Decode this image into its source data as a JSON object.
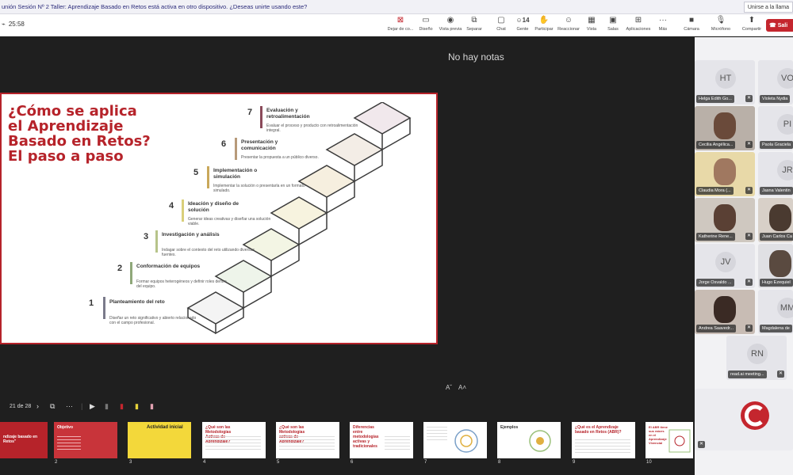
{
  "notification": {
    "text": "unión Sesión Nº 2 Taller: Aprendizaje Basado en Retos está activa en otro dispositivo. ¿Deseas unirte usando este?",
    "button": "Unirse a la llama"
  },
  "toolbar": {
    "timer": "25:58",
    "items": [
      {
        "label": "Dejar de co...",
        "icon": "stop-share-icon"
      },
      {
        "label": "Diseño",
        "icon": "layout-icon"
      },
      {
        "label": "Vista previa",
        "icon": "preview-icon"
      },
      {
        "label": "Separar",
        "icon": "detach-icon"
      },
      {
        "label": "Chat",
        "icon": "chat-icon"
      },
      {
        "label": "Gente",
        "icon": "people-icon",
        "count": "14"
      },
      {
        "label": "Participar",
        "icon": "raise-hand-icon"
      },
      {
        "label": "Reaccionar",
        "icon": "react-icon"
      },
      {
        "label": "Vista",
        "icon": "view-icon"
      },
      {
        "label": "Salas",
        "icon": "rooms-icon"
      },
      {
        "label": "Aplicaciones",
        "icon": "apps-icon"
      },
      {
        "label": "Más",
        "icon": "more-icon"
      },
      {
        "label": "Cámara",
        "icon": "camera-icon"
      },
      {
        "label": "Micrófono",
        "icon": "mic-icon"
      },
      {
        "label": "Compartir",
        "icon": "share-icon"
      }
    ],
    "leave": "Sali"
  },
  "stage": {
    "no_notes": "No hay notas",
    "font_controls": [
      "A˘",
      "A˄"
    ]
  },
  "slide": {
    "title": "¿Cómo se aplica el Aprendizaje Basado en Retos? El paso a paso",
    "steps": [
      {
        "n": "1",
        "title": "Planteamiento del reto",
        "desc": "Diseñar un reto significativo y abierto relacionado con el campo profesional.",
        "color": "#7a7a8a"
      },
      {
        "n": "2",
        "title": "Conformación de equipos",
        "desc": "Formar equipos heterogéneos y definir roles dentro del equipo.",
        "color": "#8fa87a"
      },
      {
        "n": "3",
        "title": "Investigación y análisis",
        "desc": "Indagar sobre el contexto del reto utilizando diversas fuentes.",
        "color": "#b7c48a"
      },
      {
        "n": "4",
        "title": "Ideación y diseño de solución",
        "desc": "Generar ideas creativas y diseñar una solución viable.",
        "color": "#d9cf7a"
      },
      {
        "n": "5",
        "title": "Implementación o simulación",
        "desc": "Implementar la solución o presentarla en un formato simulado.",
        "color": "#c9a85a"
      },
      {
        "n": "6",
        "title": "Presentación y comunicación",
        "desc": "Presentar la propuesta a un público diverso.",
        "color": "#b79a7a"
      },
      {
        "n": "7",
        "title": "Evaluación y retroalimentación",
        "desc": "Evaluar el proceso y producto con retroalimentación integral.",
        "color": "#8a4a5a"
      }
    ]
  },
  "navigation": {
    "page": "21 de 28"
  },
  "thumbnails": [
    {
      "n": "",
      "title": "ndizaje basado en Retos\"",
      "bg": "#b6232a"
    },
    {
      "n": "2",
      "title": "Objetivo",
      "bg": "#c8343a"
    },
    {
      "n": "3",
      "title": "Actividad inicial",
      "bg": "#f3d83a"
    },
    {
      "n": "4",
      "title": "¿Qué son las Metodologías Activas de Aprendizaje?",
      "bg": "#ffffff"
    },
    {
      "n": "5",
      "title": "¿Qué son las Metodologías activas de Aprendizaje?",
      "bg": "#ffffff"
    },
    {
      "n": "6",
      "title": "Diferencias entre metodologías activas y tradicionales",
      "bg": "#ffffff"
    },
    {
      "n": "7",
      "title": "",
      "bg": "#ffffff"
    },
    {
      "n": "8",
      "title": "Ejemplos",
      "bg": "#ffffff"
    },
    {
      "n": "9",
      "title": "¿Qué es el Aprendizaje basado en Retos (ABR)?",
      "bg": "#ffffff"
    },
    {
      "n": "10",
      "title": "El ABR tiene sus raíces en el Aprendizaje Vivencial",
      "bg": "#ffffff"
    }
  ],
  "participants": [
    {
      "initials": "HT",
      "name": "Helga Edith Go...",
      "video": false
    },
    {
      "initials": "VO",
      "name": "Violeta Nydia",
      "video": false
    },
    {
      "initials": "",
      "name": "Cecilia Angélica...",
      "video": true
    },
    {
      "initials": "PI",
      "name": "Paola Graciela",
      "video": false
    },
    {
      "initials": "",
      "name": "Claudia Mora (...",
      "video": true
    },
    {
      "initials": "JR",
      "name": "Jasna Valentin",
      "video": false
    },
    {
      "initials": "",
      "name": "Katherine Rene...",
      "video": true
    },
    {
      "initials": "",
      "name": "Juan Carlos Ca",
      "video": true
    },
    {
      "initials": "JV",
      "name": "Jorge Osvaldo ...",
      "video": false
    },
    {
      "initials": "",
      "name": "Hugo Ezequiel",
      "video": true
    },
    {
      "initials": "",
      "name": "Andrea Saavedr...",
      "video": true
    },
    {
      "initials": "MM",
      "name": "Magdalena de",
      "video": false
    },
    {
      "initials": "RN",
      "name": "read.ai meeting...",
      "video": false
    }
  ],
  "colors": {
    "accent": "#b6232a",
    "leave": "#c4262e"
  }
}
